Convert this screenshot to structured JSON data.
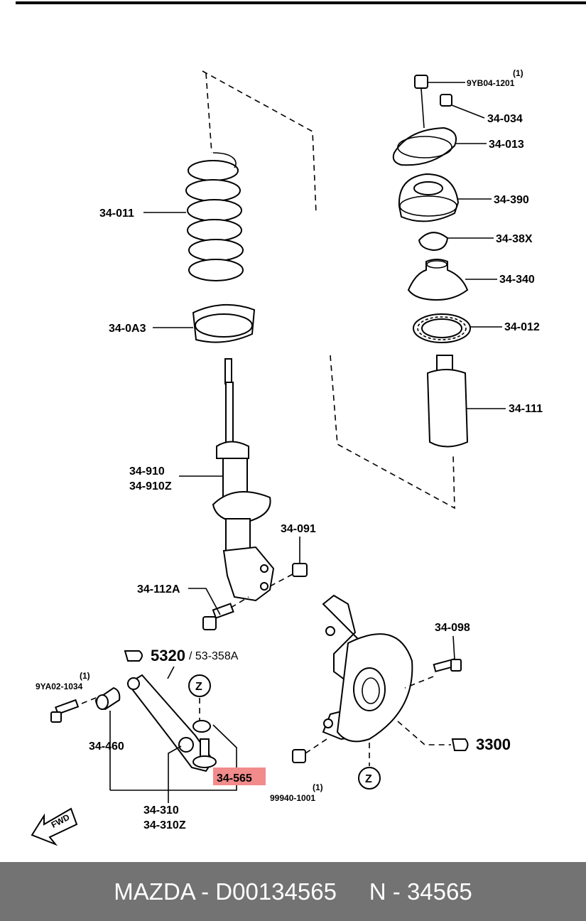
{
  "parts": {
    "p_9yb04": "9YB04-1201",
    "p_9yb04_qty": "(1)",
    "p_34_034": "34-034",
    "p_34_013": "34-013",
    "p_34_390": "34-390",
    "p_34_38x": "34-38X",
    "p_34_340": "34-340",
    "p_34_012": "34-012",
    "p_34_111": "34-111",
    "p_34_011": "34-011",
    "p_34_0a3": "34-0A3",
    "p_34_910": "34-910",
    "p_34_910z": "34-910Z",
    "p_34_091": "34-091",
    "p_34_112a": "34-112A",
    "p_34_098": "34-098",
    "p_9ya02": "9YA02-1034",
    "p_9ya02_qty": "(1)",
    "p_34_460": "34-460",
    "p_34_565": "34-565",
    "p_34_310": "34-310",
    "p_34_310z": "34-310Z",
    "p_99940": "99940-1001",
    "p_99940_qty": "(1)"
  },
  "references": {
    "ref_5320": "5320",
    "ref_53_358a": "/ 53-358A",
    "ref_3300": "3300",
    "z_marker": "Z",
    "fwd": "FWD"
  },
  "highlight_color": "#f28b8b",
  "footer": {
    "text": "MAZDA - D00134565     N - 34565"
  }
}
